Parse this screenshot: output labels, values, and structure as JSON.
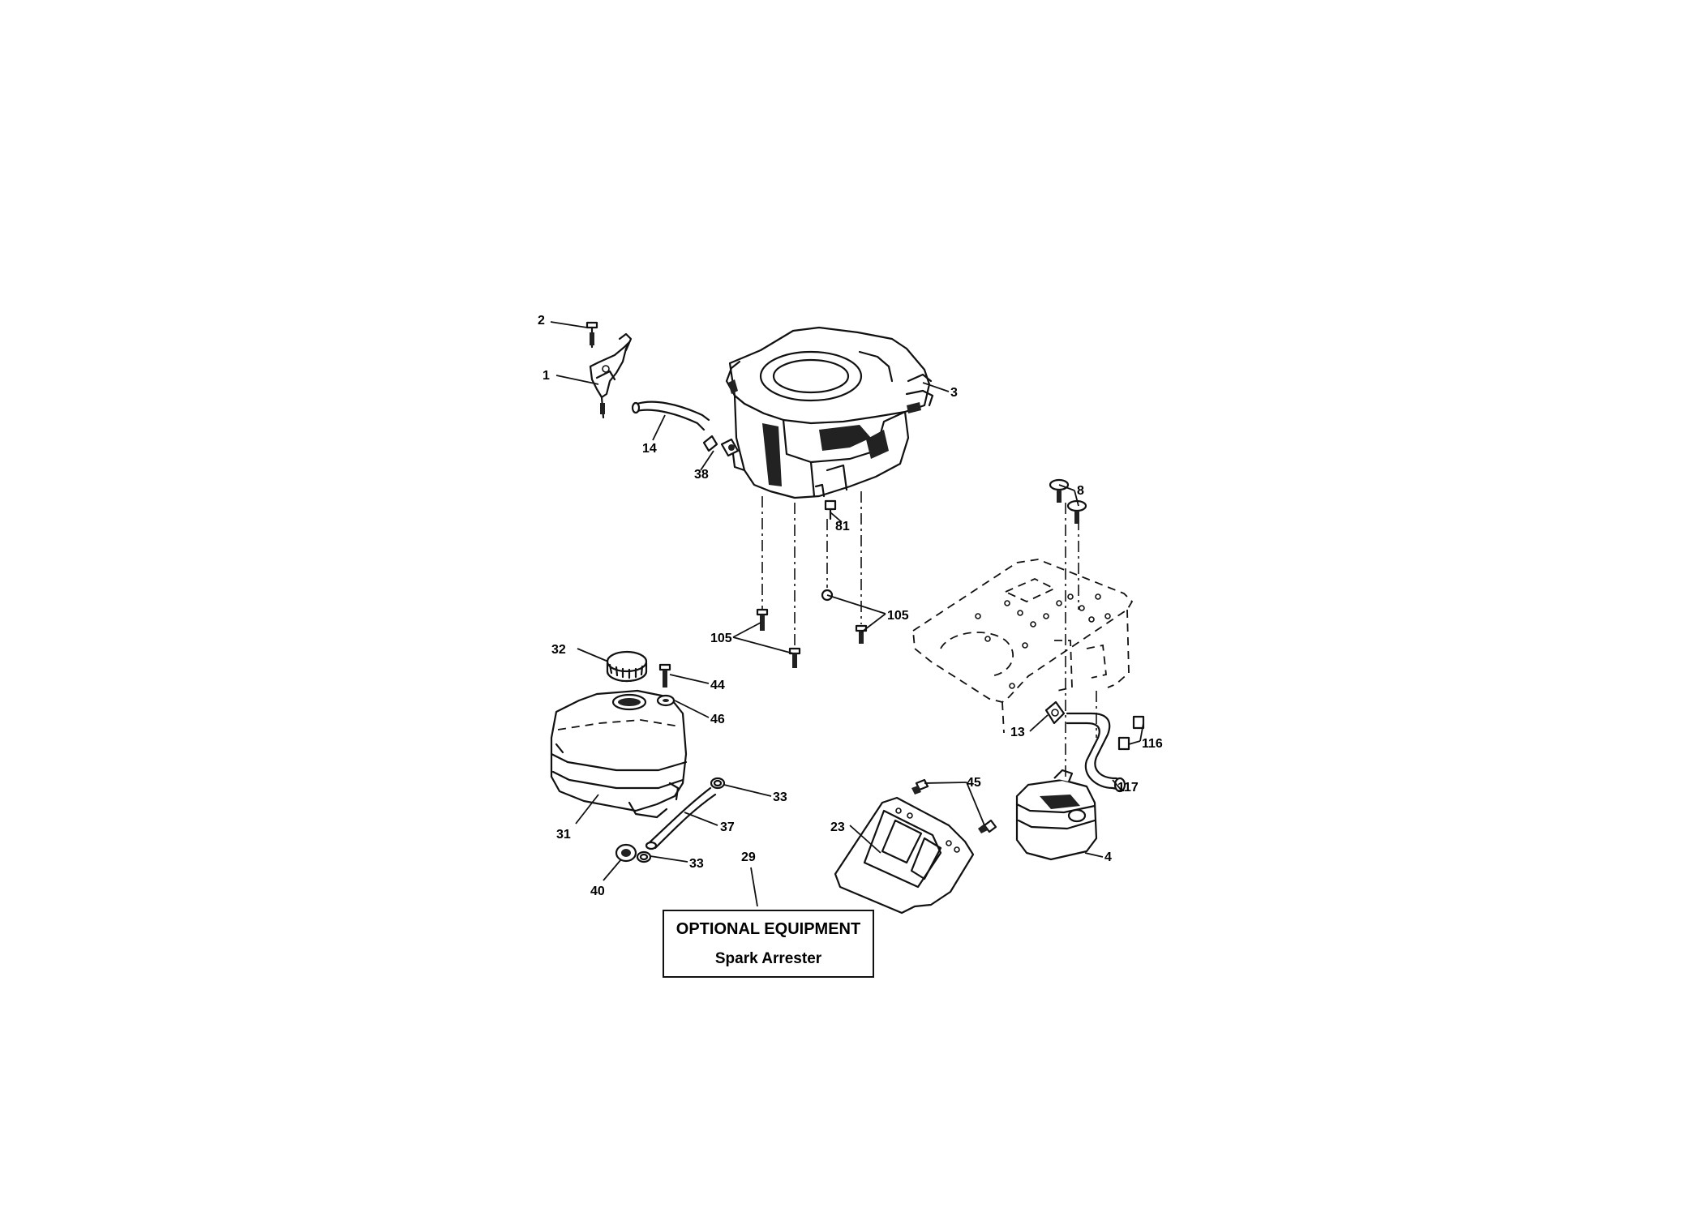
{
  "callouts": {
    "c1": "1",
    "c2": "2",
    "c3": "3",
    "c4": "4",
    "c8": "8",
    "c13": "13",
    "c14": "14",
    "c23": "23",
    "c29": "29",
    "c31": "31",
    "c32": "32",
    "c33a": "33",
    "c33b": "33",
    "c37": "37",
    "c38": "38",
    "c40": "40",
    "c44": "44",
    "c45": "45",
    "c46": "46",
    "c81": "81",
    "c105a": "105",
    "c105b": "105",
    "c116": "116",
    "c117": "117"
  },
  "optional_box": {
    "title": "OPTIONAL EQUIPMENT",
    "subtitle": "Spark Arrester"
  }
}
